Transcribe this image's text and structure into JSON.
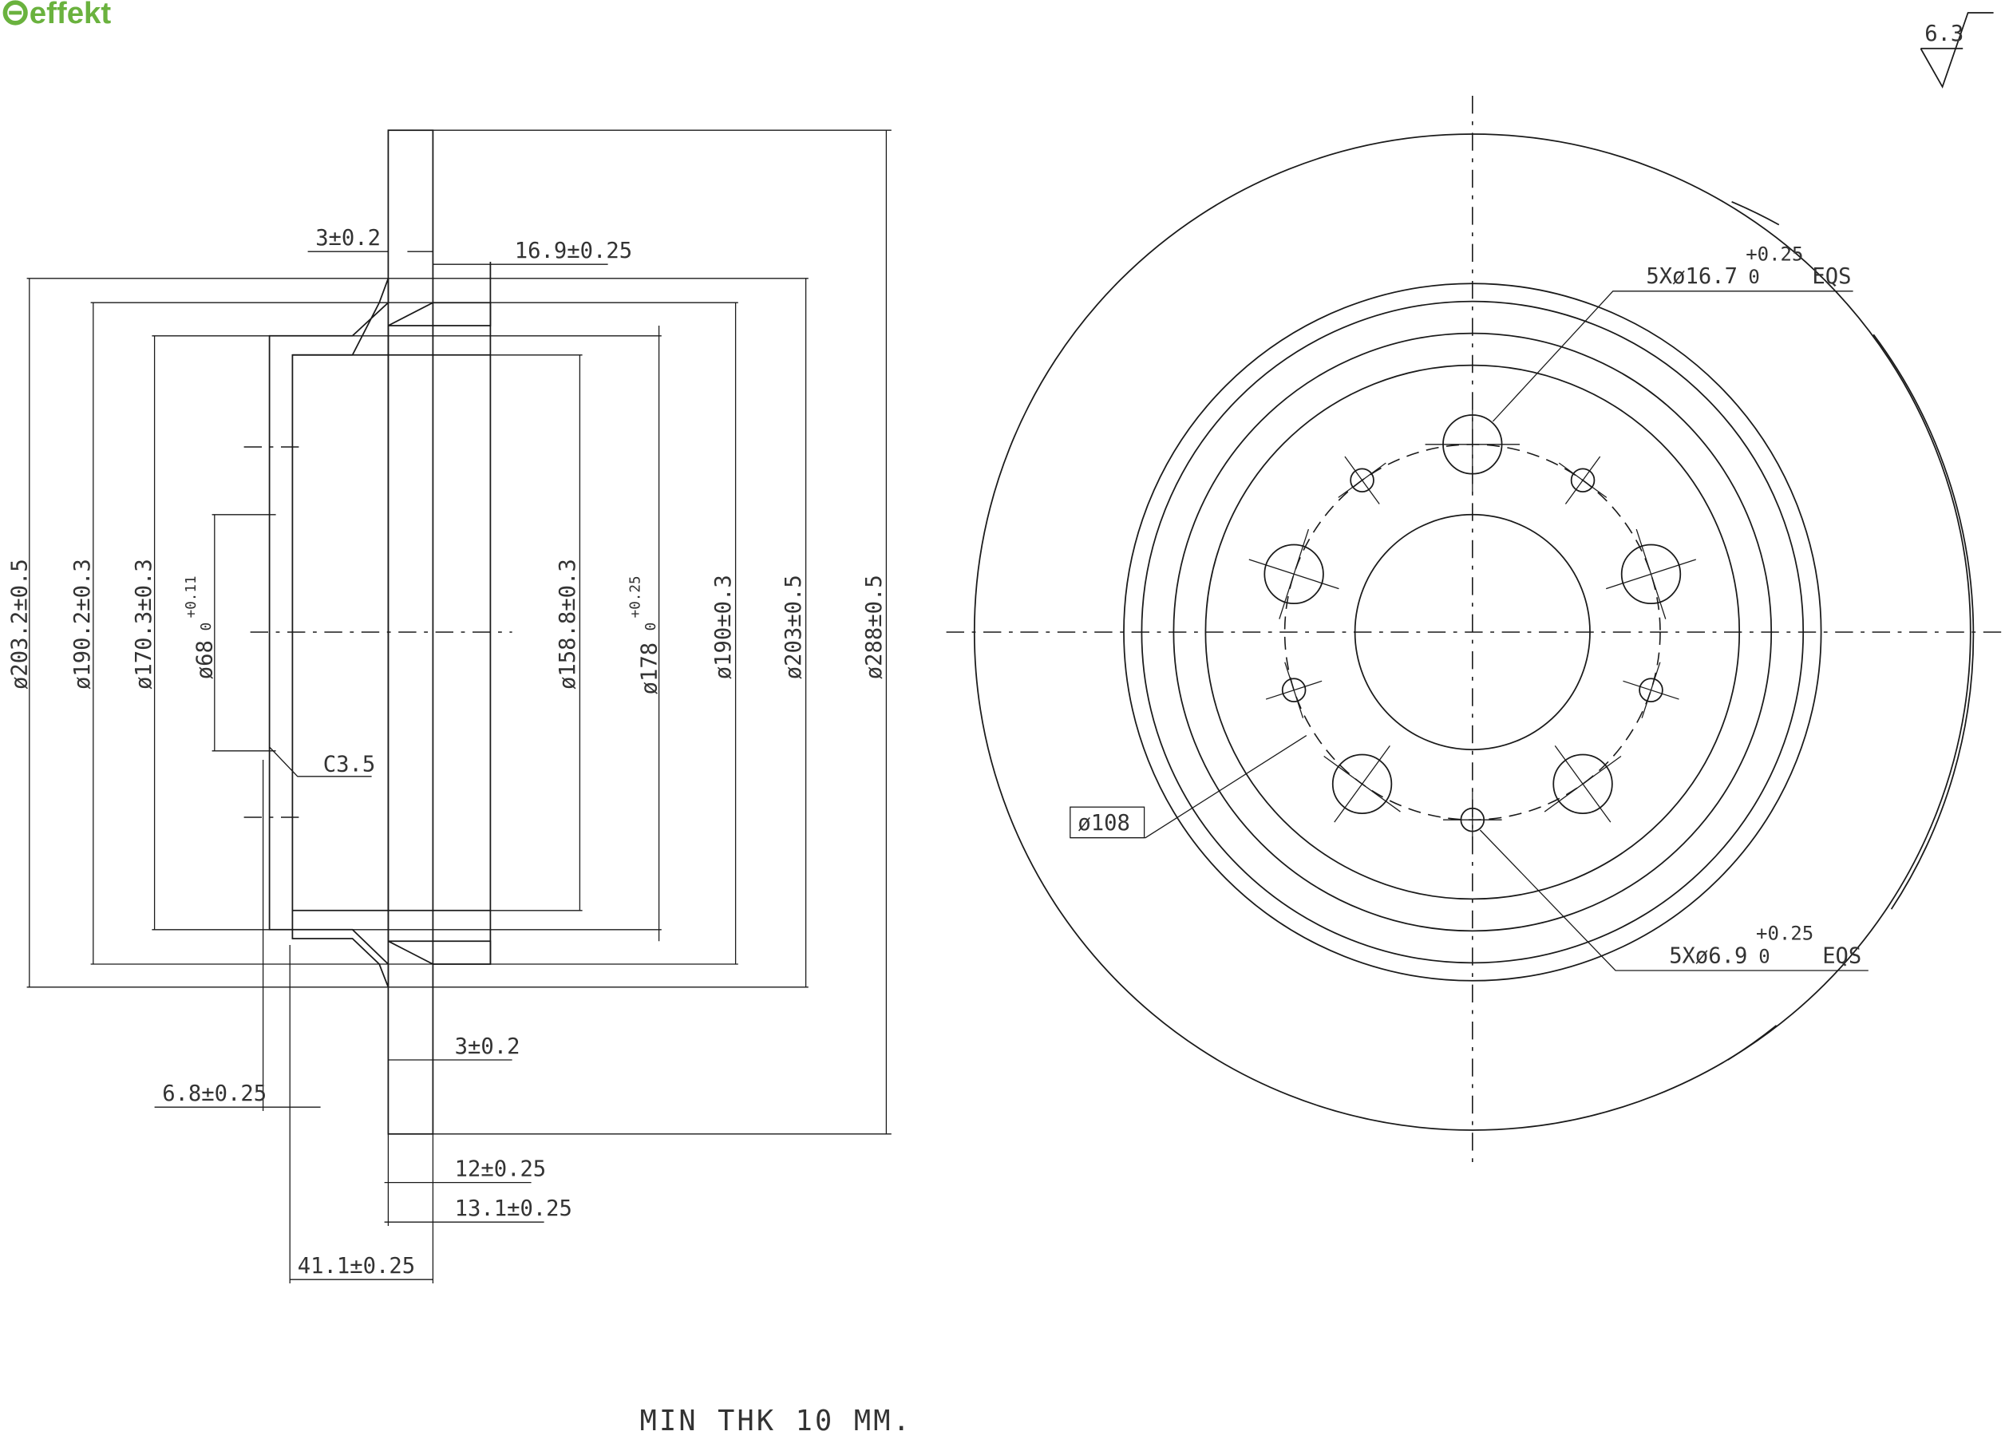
{
  "logo": {
    "text": "effekt",
    "color": "#6ab23e"
  },
  "surface_finish": "6.3",
  "section_view": {
    "diameters": [
      "ø203.2±0.5",
      "ø190.2±0.3",
      "ø170.3±0.3",
      "ø68",
      "ø158.8±0.3",
      "ø178",
      "ø190±0.3",
      "ø203±0.5",
      "ø288±0.5"
    ],
    "d68_tol_upper": "+0.11",
    "d68_tol_lower": "0",
    "d178_tol_upper": "+0.25",
    "d178_tol_lower": "0",
    "widths": {
      "w3_top": "3±0.2",
      "w16_9": "16.9±0.25",
      "chamfer": "C3.5",
      "w3_bottom": "3±0.2",
      "w6_8": "6.8±0.25",
      "w12": "12±0.25",
      "w13_1": "13.1±0.25",
      "w41_1": "41.1±0.25"
    }
  },
  "front_view": {
    "large_holes": "5Xø16.7",
    "large_holes_tol_upper": "+0.25",
    "large_holes_tol_lower": "0",
    "large_holes_suffix": "EQS",
    "small_holes": "5Xø6.9",
    "small_holes_tol_upper": "+0.25",
    "small_holes_tol_lower": "0",
    "small_holes_suffix": "EQS",
    "bolt_circle": "ø108"
  },
  "note": "MIN THK 10 MM."
}
